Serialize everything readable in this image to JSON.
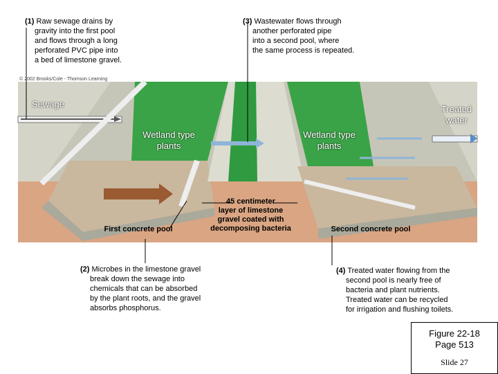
{
  "captions": {
    "step1": {
      "num": "(1)",
      "lines": [
        "Raw sewage drains by",
        "gravity into the first pool",
        "and flows through a long",
        "perforated PVC pipe into",
        "a bed of limestone gravel."
      ]
    },
    "step3": {
      "num": "(3)",
      "lines": [
        "Wastewater flows through",
        "another perforated pipe",
        "into a second pool, where",
        "the same process is repeated."
      ]
    },
    "step2": {
      "num": "(2)",
      "lines": [
        "Microbes in the limestone gravel",
        "break down the sewage into",
        "chemicals that can be absorbed",
        "by the plant roots, and the gravel",
        "absorbs phosphorus."
      ]
    },
    "step4": {
      "num": "(4)",
      "lines": [
        "Treated water flowing from the",
        "second pool is nearly free of",
        "bacteria and plant nutrients.",
        "Treated water can be recycled",
        "for irrigation and flushing toilets."
      ]
    }
  },
  "labels": {
    "copyright": "© 2002 Brooks/Cole - Thomson Learning",
    "sewage": "Sewage",
    "treated_water": [
      "Treated",
      "water"
    ],
    "wetland_left": [
      "Wetland type",
      "plants"
    ],
    "wetland_right": [
      "Wetland type",
      "plants"
    ],
    "first_pool": "First concrete pool",
    "second_pool": "Second concrete pool",
    "gravel_layer": [
      "45 centimeter",
      "layer of limestone",
      "gravel coated with",
      "decomposing bacteria"
    ]
  },
  "figure": {
    "title": "Figure 22-18",
    "page": "Page 513",
    "slide": "Slide 27"
  },
  "colors": {
    "soil": "#d8a482",
    "concrete": "#c9c9bc",
    "wetland": "#3aa347",
    "water": "#8fb4d8",
    "arrow": "#9a5a32"
  }
}
